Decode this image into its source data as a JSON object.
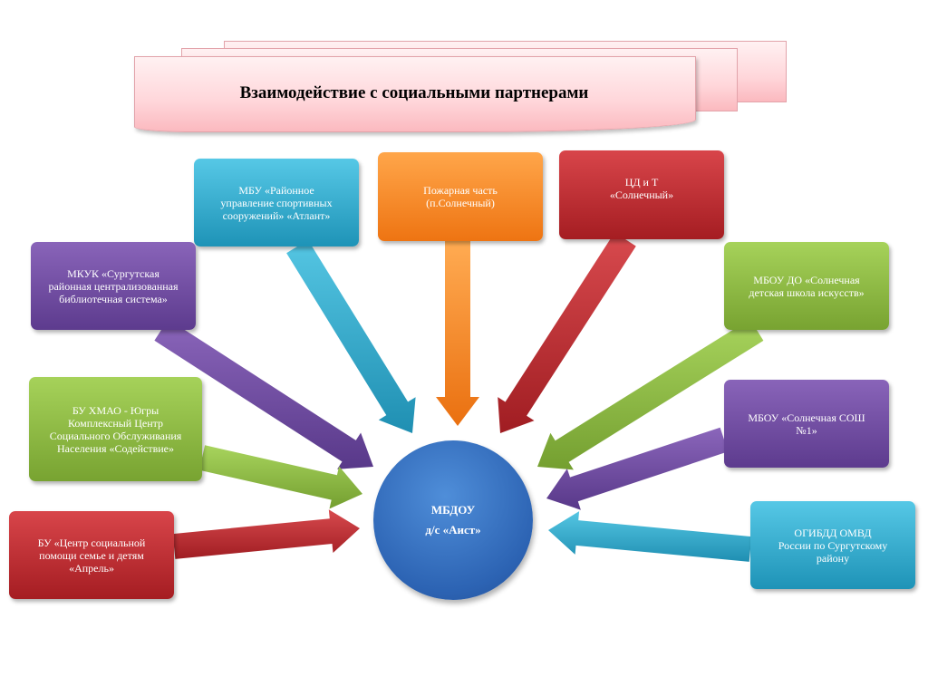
{
  "title": "Взаимодействие с социальными партнерами",
  "center": {
    "line1": "МБДОУ",
    "line2": "д/с «Аист»"
  },
  "partners": [
    {
      "text": "МБУ «Районное\nуправление спортивных\nсооружений»   «Атлант»",
      "color": "teal"
    },
    {
      "text": "Пожарная часть\n(п.Солнечный)",
      "color": "orange"
    },
    {
      "text": "ЦД и Т\n«Солнечный»",
      "color": "red"
    },
    {
      "text": "МКУК «Сургутская\nрайонная централизованная\nбиблиотечная система»",
      "color": "purple"
    },
    {
      "text": "МБОУ ДО «Солнечная\nдетская школа искусств»",
      "color": "green"
    },
    {
      "text": "БУ  ХМАО - Югры\nКомплексный Центр\nСоциального Обслуживания\nНаселения  «Содействие»",
      "color": "green"
    },
    {
      "text": "МБОУ  «Солнечная СОШ\n№1»",
      "color": "purple"
    },
    {
      "text": "БУ «Центр социальной\nпомощи семье и детям\n«Апрель»",
      "color": "red"
    },
    {
      "text": "ОГИБДД ОМВД\nРоссии по Сургутскому\nрайону",
      "color": "teal"
    }
  ],
  "colors": {
    "teal": "#2aa3c6",
    "orange": "#f58a2a",
    "red": "#bf2e33",
    "purple": "#714ba0",
    "green": "#8cba40",
    "center": "#3473c4"
  }
}
